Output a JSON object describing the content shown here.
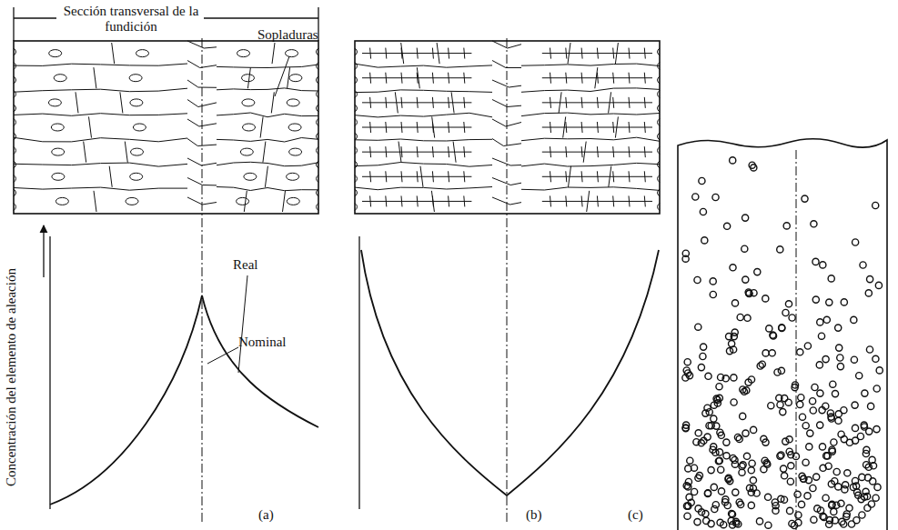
{
  "diagram": {
    "labels": [
      "Sección transversal de la fundición",
      "Sopladuras",
      "Concentración del elemento de aleación",
      "Real",
      "Nominal",
      "(a)",
      "(b)",
      "(c)"
    ]
  }
}
